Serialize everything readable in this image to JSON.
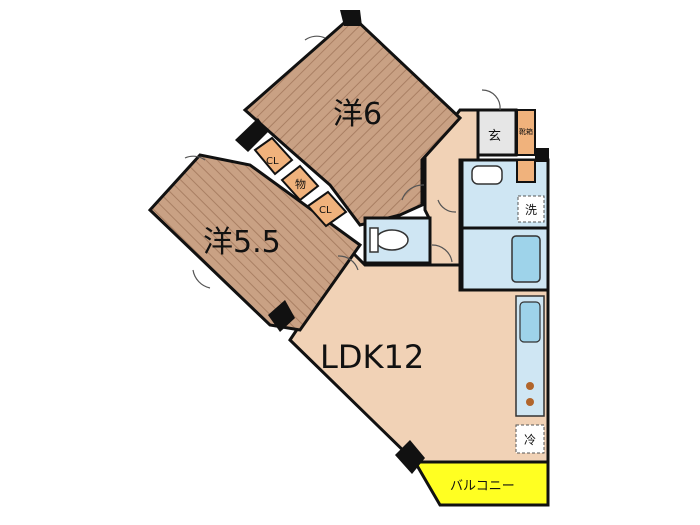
{
  "rooms": {
    "western_room_a": {
      "label": "洋6"
    },
    "western_room_b": {
      "label": "洋5.5"
    },
    "ldk": {
      "label": "LDK12"
    }
  },
  "closets": {
    "closet_1": {
      "label": "CL"
    },
    "storage": {
      "label": "物"
    },
    "closet_2": {
      "label": "CL"
    }
  },
  "entrance": {
    "label": "玄",
    "shoe_box_label": "靴箱"
  },
  "laundry": {
    "label": "洗"
  },
  "fridge": {
    "label": "冷"
  },
  "balcony": {
    "label": "バルコニー"
  },
  "colors": {
    "wood_floor": "#c9a184",
    "wood_stripe": "#a97f63",
    "ldk_floor": "#f1d2b6",
    "closet_floor": "#f0b27c",
    "wet_area": "#cfe6f3",
    "balcony": "#ffff22",
    "wall": "#111111"
  }
}
